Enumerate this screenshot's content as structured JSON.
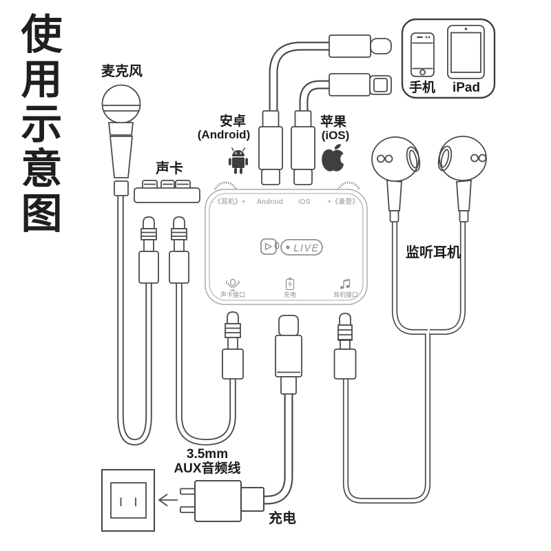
{
  "title": "使用示意图",
  "colors": {
    "background": "#ffffff",
    "line": "#4a4a4a",
    "device_line": "#aaaaaa",
    "device_text": "#8f8f8f",
    "label_text": "#1a1a1a",
    "icon_fill": "#3f3f3f"
  },
  "labels": {
    "microphone": "麦克风",
    "sound_card": "声卡",
    "monitor_earphones": "监听耳机",
    "aux_line1": "3.5mm",
    "aux_line2": "AUX音频线",
    "charging": "充电"
  },
  "sources": {
    "android_cn": "安卓",
    "android_en": "(Android)",
    "apple_cn": "苹果",
    "apple_en": "(iOS)"
  },
  "devices_box": {
    "phone": "手机",
    "ipad": "iPad"
  },
  "device": {
    "vol_headphone": "-《耳机》+",
    "port_android": "Android",
    "port_ios": "iOS",
    "vol_record": "+《录音》-",
    "live": "LIVE",
    "jack_mic": "声卡接口",
    "jack_charge": "充电",
    "jack_earphone": "耳机接口"
  },
  "icons": [
    "microphone-illustration",
    "sound-card-illustration",
    "usb-c-connector",
    "lightning-connector",
    "android-robot-icon",
    "apple-icon",
    "phone-icon",
    "ipad-icon",
    "play-live-logo",
    "mic-port-icon",
    "battery-icon",
    "music-note-icon",
    "earbud-left",
    "earbud-right",
    "wall-outlet",
    "power-adapter",
    "arrow-left-icon"
  ]
}
